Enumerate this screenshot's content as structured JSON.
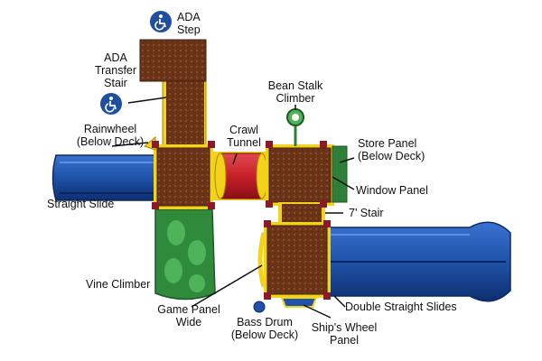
{
  "labels": {
    "ada_step": "ADA\nStep",
    "ada_transfer_stair": "ADA\nTransfer\nStair",
    "bean_stalk_climber": "Bean Stalk\nClimber",
    "rainwheel": "Rainwheel\n(Below Deck)",
    "crawl_tunnel": "Crawl\nTunnel",
    "store_panel": "Store Panel\n(Below Deck)",
    "window_panel": "Window Panel",
    "straight_slide": "Straight Slide",
    "seven_ft_stair": "7' Stair",
    "vine_climber": "Vine Climber",
    "game_panel_wide": "Game Panel\nWide",
    "bass_drum": "Bass Drum\n(Below Deck)",
    "ships_wheel_panel": "Ship's Wheel\nPanel",
    "double_straight_slides": "Double Straight Slides"
  },
  "icons": {
    "accessibility": "wheelchair-accessibility-icon"
  },
  "colors": {
    "deck_brown": "#6b3418",
    "frame_yellow": "#f2d21a",
    "slide_blue": "#1f52a8",
    "tunnel_red": "#c8202a",
    "climber_green": "#2f8a3c",
    "window_green": "#2e7f3a"
  }
}
